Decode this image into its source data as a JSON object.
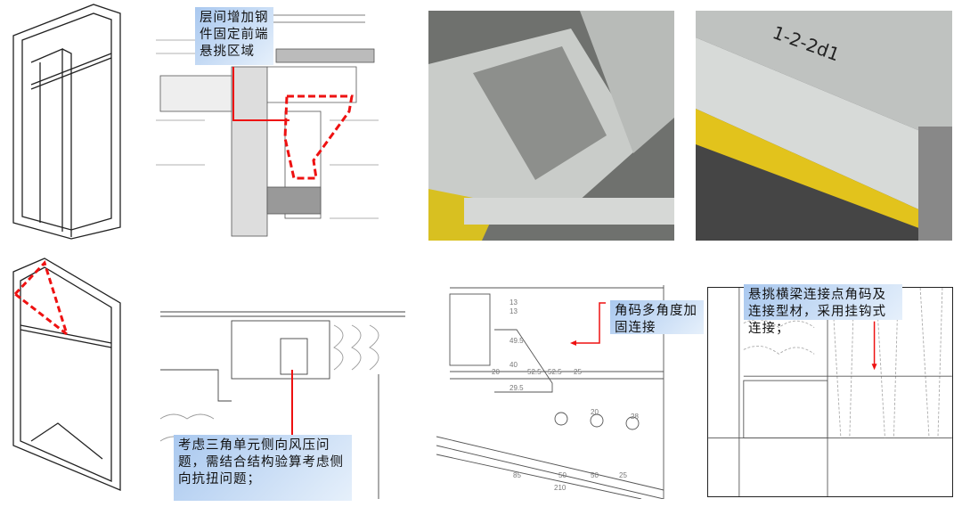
{
  "callouts": {
    "top_drawing": "层间增加钢件固定前端悬挑区域",
    "triangle_unit": "考虑三角单元侧向风压问题，需结合结构验算考虑侧向抗扭问题；",
    "corner_bracket": "角码多角度加固连接",
    "cantilever_beam": "悬挑横梁连接点角码及连接型材，采用挂钩式连接；"
  },
  "dimensions": [
    "13",
    "13",
    "49.5",
    "40",
    "29.5",
    "20",
    "52.5",
    "52.5",
    "25",
    "20",
    "28",
    "85",
    "50",
    "50",
    "25",
    "210"
  ],
  "photo_label": "1-2-2d1",
  "colors": {
    "accent_red": "#ee1c1c",
    "callout_blue": "#a9c8ef"
  }
}
